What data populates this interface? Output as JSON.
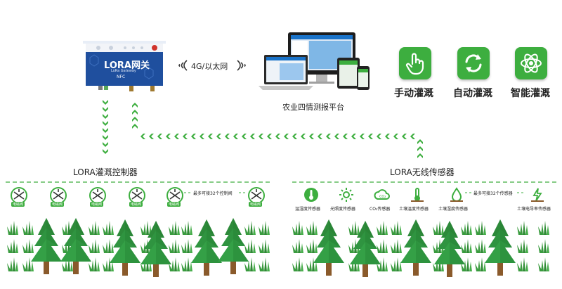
{
  "gateway": {
    "title": "LORA网关",
    "subtitle": "LoRa Gateway",
    "nfc": "NFC"
  },
  "link": {
    "label": "4G/以太网"
  },
  "platform": {
    "label": "农业四情测报平台"
  },
  "modes": [
    {
      "label": "手动灌溉",
      "icon": "hand-pointer-icon"
    },
    {
      "label": "自动灌溉",
      "icon": "cycle-arrows-icon"
    },
    {
      "label": "智能灌溉",
      "icon": "atom-icon"
    }
  ],
  "controller": {
    "label": "LORA灌溉控制器",
    "note": "最多可接32个控制阀",
    "valve_label": "电磁阀"
  },
  "sensors": {
    "label": "LORA无线传感器",
    "note": "最多可接32个传感器",
    "items": [
      {
        "label": "温湿度传感器",
        "icon": "thermometer-icon"
      },
      {
        "label": "光照度传感器",
        "icon": "sun-icon"
      },
      {
        "label": "CO₂传感器",
        "icon": "co2-cloud-icon"
      },
      {
        "label": "土壤温度传感器",
        "icon": "soil-temperature-icon"
      },
      {
        "label": "土壤湿度传感器",
        "icon": "soil-moisture-icon"
      },
      {
        "label": "土壤电导率传感器",
        "icon": "soil-conductivity-icon"
      }
    ]
  },
  "colors": {
    "accent": "#3dae3f",
    "gateway_blue": "#1f4f9e",
    "tree": "#2d8a3a",
    "trunk": "#8a5a2b"
  }
}
